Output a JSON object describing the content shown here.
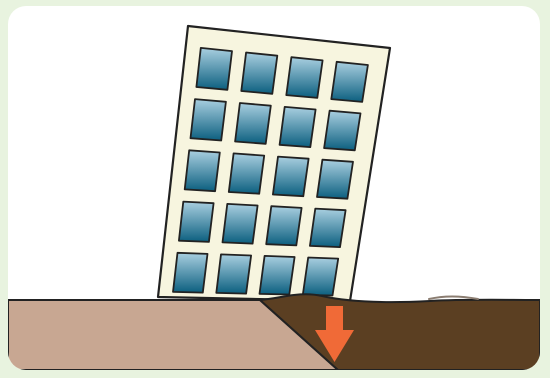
{
  "illustration": {
    "subject": "tilted-building-on-sinking-ground",
    "icons": [
      "building-icon",
      "window-icon",
      "down-arrow-icon"
    ],
    "colors": {
      "page_background": "#e8f3df",
      "card_background": "#ffffff",
      "building_facade": "#f7f5df",
      "building_outline": "#222222",
      "window_top": "#a9cfe0",
      "window_bottom": "#0c5f7f",
      "firm_ground": "#c8a792",
      "soft_ground": "#5b3f22",
      "arrow": "#f06a37"
    },
    "building": {
      "window_rows": 5,
      "window_columns": 4
    }
  }
}
